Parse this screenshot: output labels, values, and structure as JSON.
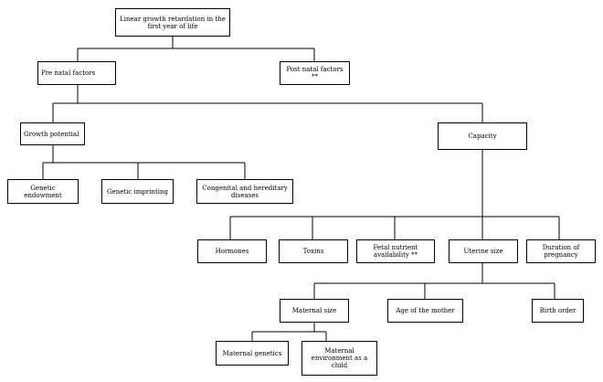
{
  "nodes": {
    "root": "Linear growth retardation in the first year of life",
    "prenatal": "Pre natal factors",
    "postnatal": "Post natal factors **",
    "growth_potential": "Growth potential",
    "capacity": "Capacity",
    "genetic_endowment": "Genetic endowment",
    "genetic_imprinting": "Genetic imprinting",
    "congenital": "Congenital and hereditary diseases",
    "hormones": "Hormones",
    "toxins": "Toxins",
    "fetal_nutrient": "Fetal nutrient availability **",
    "uterine_size": "Uterine size",
    "duration_pregnancy": "Duration of pregnancy",
    "maternal_size": "Maternal size",
    "age_mother": "Age of the mother",
    "birth_order": "Birth order",
    "maternal_genetics": "Maternal genetics",
    "maternal_environment": "Maternal environment as a child"
  }
}
